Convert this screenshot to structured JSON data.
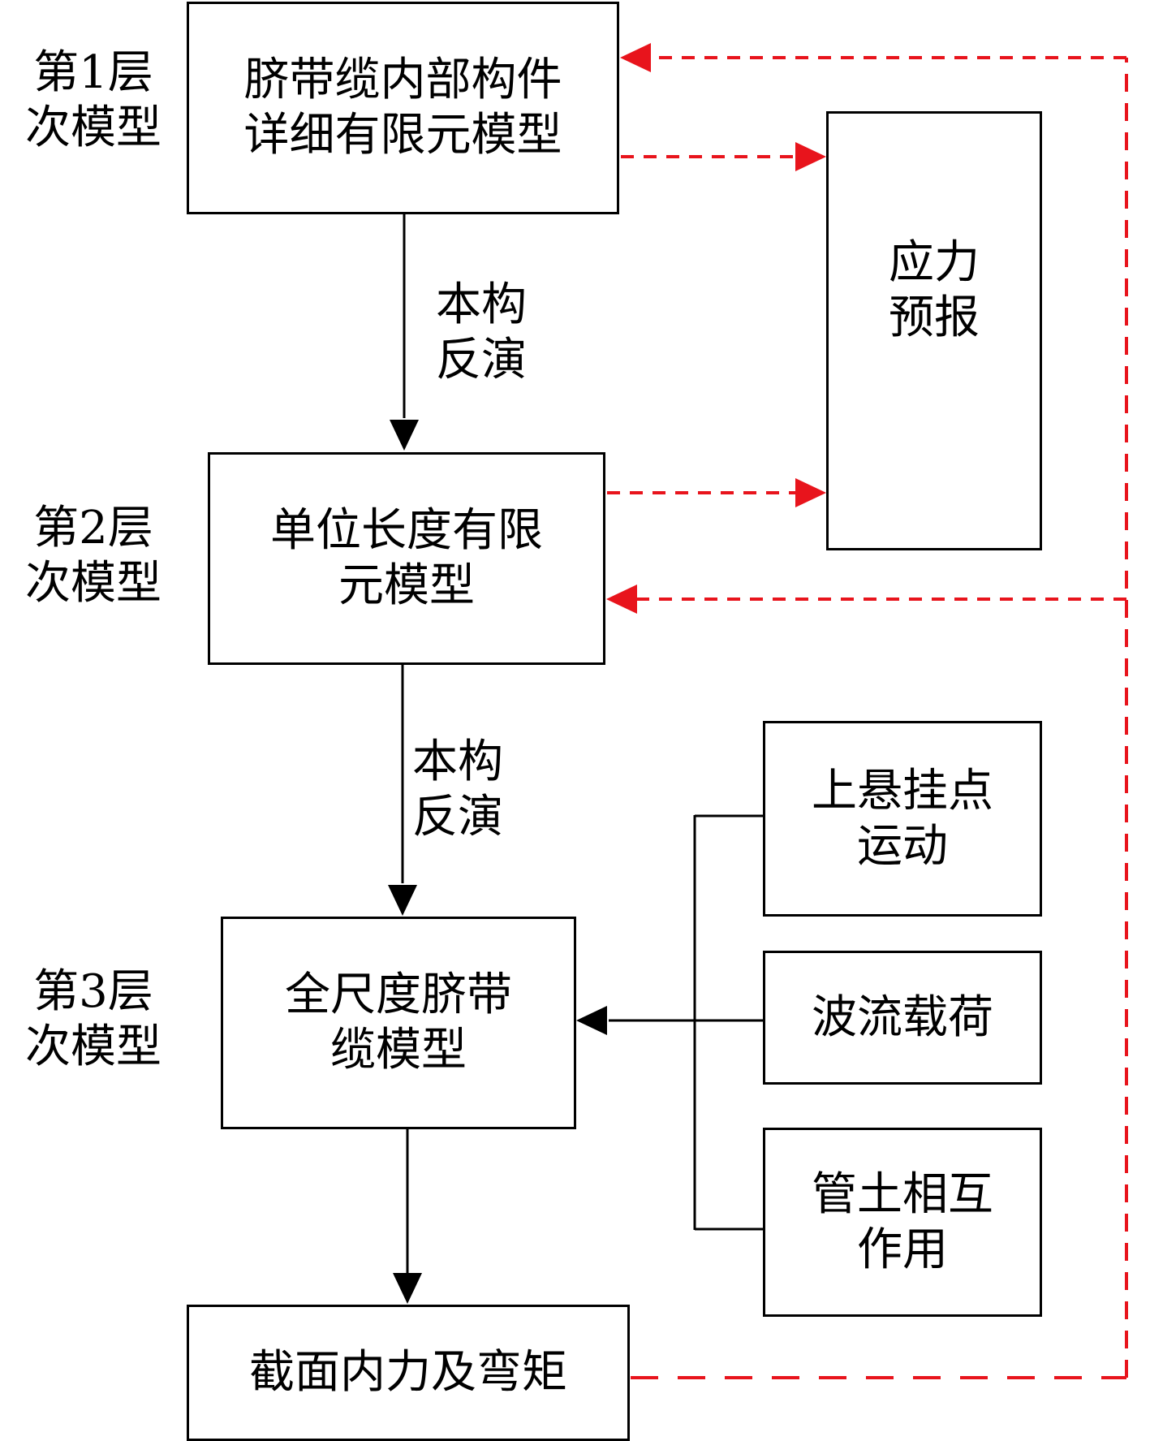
{
  "diagram": {
    "type": "flowchart",
    "colors": {
      "solid": "#000000",
      "feedback": "#e8141c"
    },
    "levels": [
      {
        "id": "level1",
        "label": "第1层\n次模型"
      },
      {
        "id": "level2",
        "label": "第2层\n次模型"
      },
      {
        "id": "level3",
        "label": "第3层\n次模型"
      }
    ],
    "nodes": {
      "detailed_fe": "脐带缆内部构件\n详细有限元模型",
      "unit_length_fe": "单位长度有限\n元模型",
      "full_scale": "全尺度脐带\n缆模型",
      "section_forces": "截面内力及弯矩",
      "stress_forecast": "应力\n预报",
      "hang_off_motion": "上悬挂点\n运动",
      "wave_current": "波流载荷",
      "pipe_soil": "管土相互\n作用"
    },
    "edge_labels": {
      "inversion_1": "本构\n反演",
      "inversion_2": "本构\n反演"
    },
    "edges": [
      {
        "from": "detailed_fe",
        "to": "unit_length_fe",
        "style": "solid",
        "label": "inversion_1"
      },
      {
        "from": "unit_length_fe",
        "to": "full_scale",
        "style": "solid",
        "label": "inversion_2"
      },
      {
        "from": "full_scale",
        "to": "section_forces",
        "style": "solid"
      },
      {
        "from": "hang_off_motion",
        "to": "full_scale",
        "style": "solid"
      },
      {
        "from": "wave_current",
        "to": "full_scale",
        "style": "solid"
      },
      {
        "from": "pipe_soil",
        "to": "full_scale",
        "style": "solid"
      },
      {
        "from": "detailed_fe",
        "to": "stress_forecast",
        "style": "dashed-red"
      },
      {
        "from": "unit_length_fe",
        "to": "stress_forecast",
        "style": "dashed-red"
      },
      {
        "from": "section_forces",
        "to": "unit_length_fe",
        "style": "dashed-red"
      },
      {
        "from": "section_forces",
        "to": "detailed_fe",
        "style": "dashed-red"
      }
    ]
  }
}
